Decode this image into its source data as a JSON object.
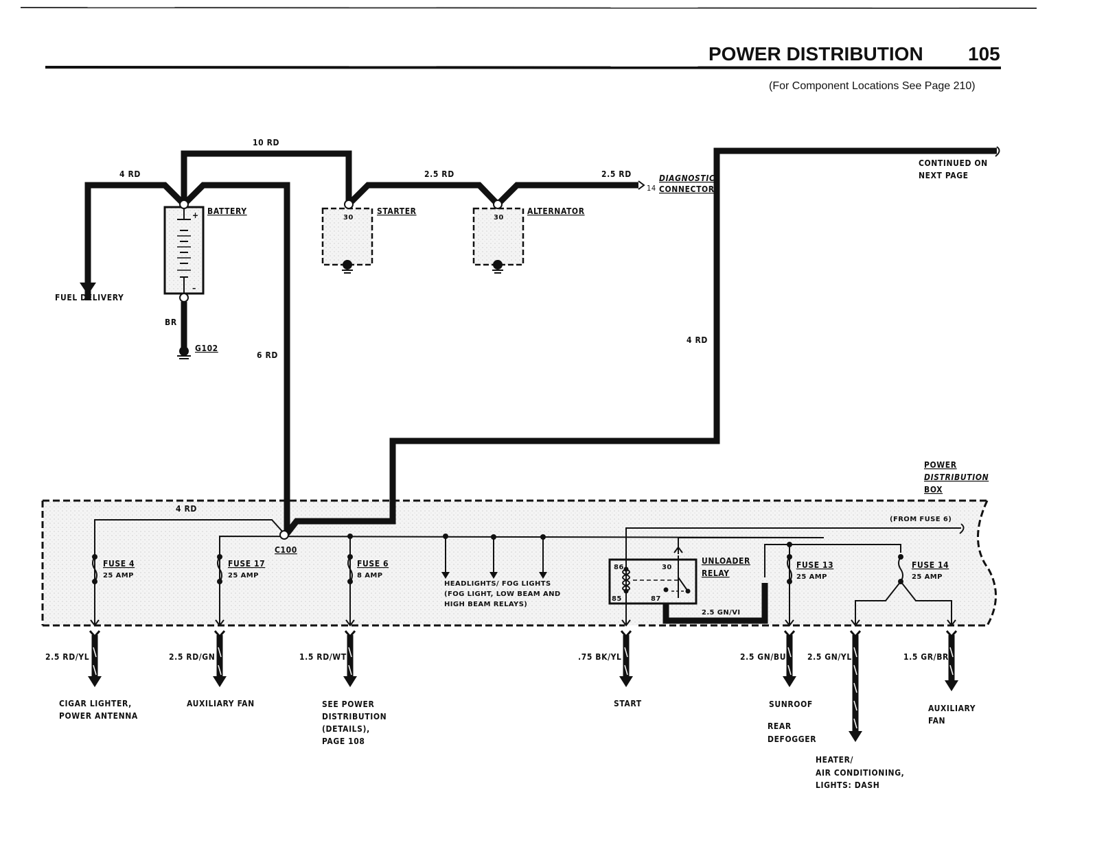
{
  "header": {
    "title": "POWER DISTRIBUTION",
    "page_number": "105",
    "subtitle": "(For Component Locations See Page 210)"
  },
  "components": {
    "battery": "BATTERY",
    "battery_ground": "G102",
    "starter": "STARTER",
    "starter_terminal": "30",
    "alternator": "ALTERNATOR",
    "alternator_terminal": "30",
    "diag_line1": "DIAGNOSTIC",
    "diag_line2": "CONNECTOR",
    "diag_pin": "14",
    "continued_line1": "CONTINUED ON",
    "continued_line2": "NEXT PAGE",
    "fuel_delivery": "FUEL DELIVERY",
    "connector_c100": "C100",
    "pdb_line1": "POWER",
    "pdb_line2": "DISTRIBUTION",
    "pdb_line3": "BOX",
    "from_fuse6": "(FROM FUSE 6)",
    "relay_line1": "UNLOADER",
    "relay_line2": "RELAY",
    "relay_pins": [
      "86",
      "30",
      "85",
      "87"
    ]
  },
  "wires": {
    "w_4rd_top": "4 RD",
    "w_10rd": "10 RD",
    "w_br": "BR",
    "w_6rd": "6 RD",
    "w_25rd_a": "2.5 RD",
    "w_25rd_b": "2.5 RD",
    "w_4rd_right": "4 RD",
    "w_4rd_box": "4 RD",
    "w_gnvi": "2.5 GN/VI"
  },
  "fuses": [
    {
      "name": "FUSE 4",
      "rating": "25 AMP"
    },
    {
      "name": "FUSE 17",
      "rating": "25 AMP"
    },
    {
      "name": "FUSE 6",
      "rating": "8 AMP"
    },
    {
      "name": "FUSE 13",
      "rating": "25 AMP"
    },
    {
      "name": "FUSE 14",
      "rating": "25 AMP"
    }
  ],
  "headlights": [
    "HEADLIGHTS/ FOG LIGHTS",
    "(FOG LIGHT, LOW BEAM AND",
    "HIGH BEAM RELAYS)"
  ],
  "outputs": [
    {
      "wire": "2.5 RD/YL",
      "dest": [
        "CIGAR LIGHTER,",
        "POWER ANTENNA"
      ]
    },
    {
      "wire": "2.5 RD/GN",
      "dest": [
        "AUXILIARY FAN"
      ]
    },
    {
      "wire": "1.5 RD/WT",
      "dest": [
        "SEE POWER",
        "DISTRIBUTION",
        "(DETAILS),",
        "PAGE 108"
      ]
    },
    {
      "wire": ".75 BK/YL",
      "dest": [
        "START"
      ]
    },
    {
      "wire": "2.5 GN/BU",
      "dest": [
        "SUNROOF",
        "",
        "REAR",
        "DEFOGGER"
      ]
    },
    {
      "wire": "2.5 GN/YL",
      "dest": [
        "HEATER/",
        "AIR CONDITIONING,",
        "LIGHTS: DASH"
      ]
    },
    {
      "wire": "1.5 GR/BR",
      "dest": [
        "AUXILIARY",
        "FAN"
      ]
    }
  ]
}
